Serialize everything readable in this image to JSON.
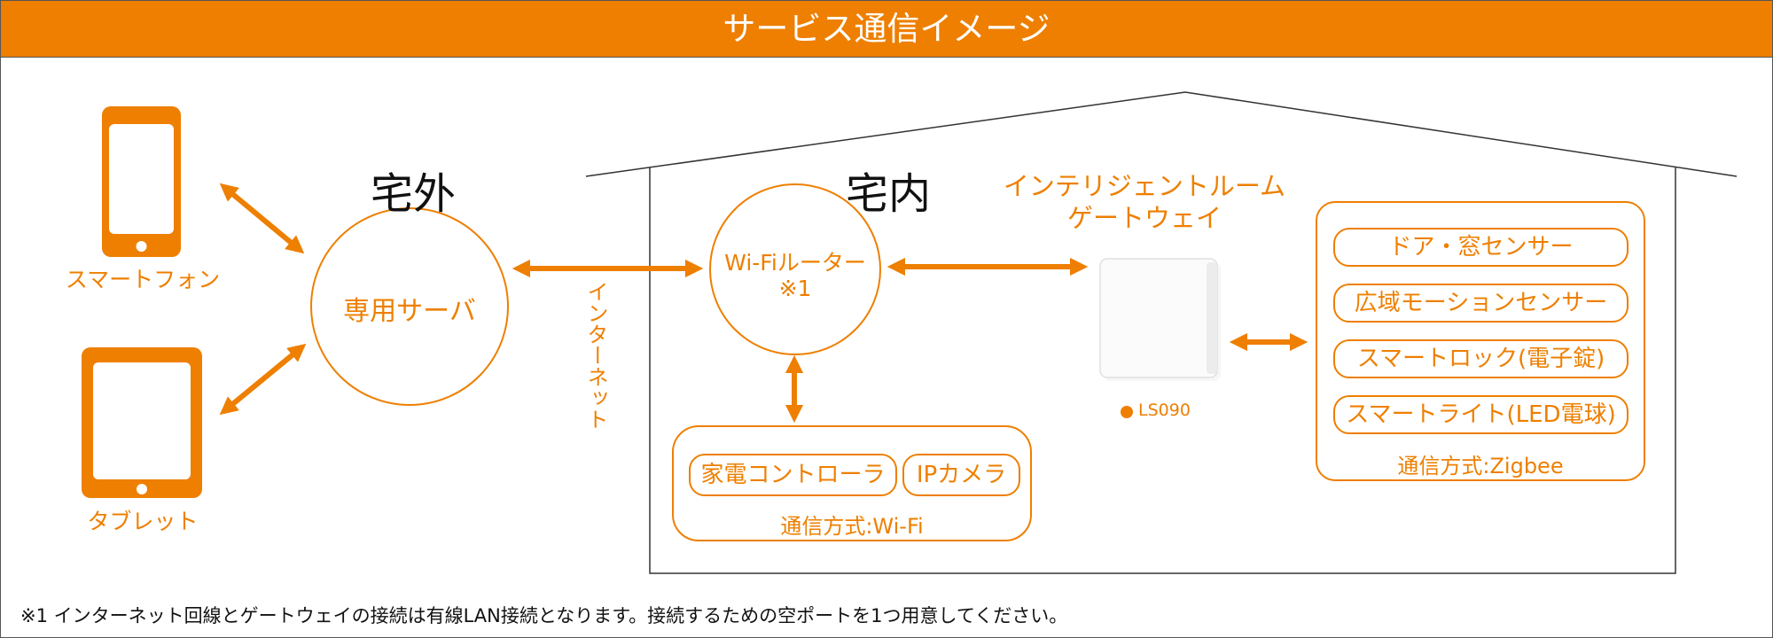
{
  "header": {
    "title": "サービス通信イメージ"
  },
  "outside": {
    "label": "宅外",
    "server_label": "専用サーバ",
    "devices": [
      {
        "name": "smartphone",
        "label": "スマートフォン",
        "icon": "smartphone-icon"
      },
      {
        "name": "tablet",
        "label": "タブレット",
        "icon": "tablet-icon"
      }
    ],
    "internet_label": "インターネット"
  },
  "inside": {
    "label": "宅内",
    "router": {
      "line1": "Wi-Fiルーター",
      "line2": "※1"
    },
    "gateway": {
      "title_line1": "インテリジェントルーム",
      "title_line2": "ゲートウェイ",
      "model": "LS090",
      "icon": "gateway-device-icon"
    },
    "wifi_group": {
      "items": [
        "家電コントローラ",
        "IPカメラ"
      ],
      "protocol": "通信方式:Wi-Fi"
    },
    "zigbee_group": {
      "items": [
        "ドア・窓センサー",
        "広域モーションセンサー",
        "スマートロック(電子錠)",
        "スマートライト(LED電球)"
      ],
      "protocol": "通信方式:Zigbee"
    }
  },
  "footnote": "※1 インターネット回線とゲートウェイの接続は有線LAN接続となります。接続するための空ポートを1つ用意してください。",
  "colors": {
    "accent": "#ee7f00",
    "header_text": "#ffffff",
    "line": "#333333"
  }
}
